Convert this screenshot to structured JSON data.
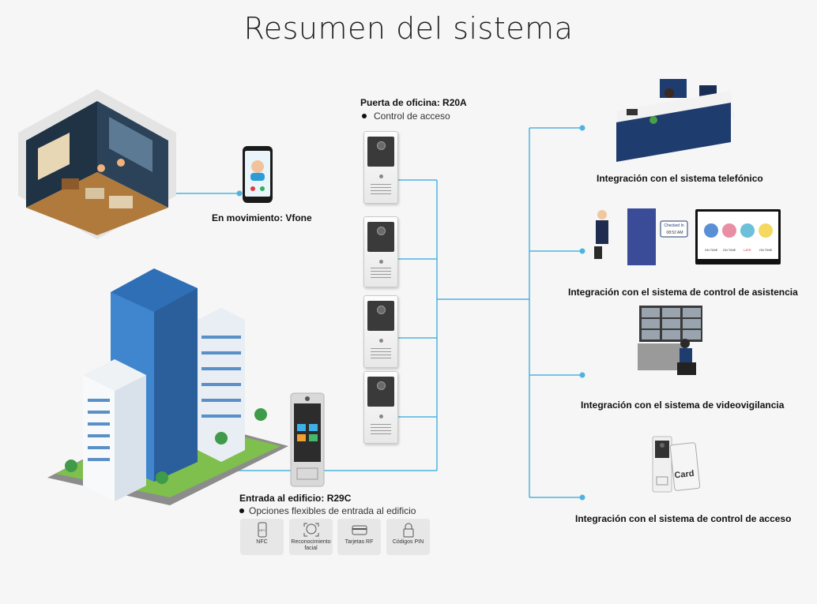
{
  "title": "Resumen del sistema",
  "office_door": {
    "label": "Puerta de oficina: R20A",
    "bullet": "Control de acceso"
  },
  "mobile": {
    "label": "En movimiento: Vfone"
  },
  "building": {
    "label": "Entrada al edificio: R29C",
    "bullet": "Opciones flexibles de entrada al edificio"
  },
  "features": [
    {
      "label": "NFC",
      "icon": "nfc-icon"
    },
    {
      "label": "Reconocimiento facial",
      "icon": "face-recognition-icon"
    },
    {
      "label": "Tarjetas RF",
      "icon": "rf-card-icon"
    },
    {
      "label": "Códigos PIN",
      "icon": "pin-lock-icon"
    }
  ],
  "integrations": [
    {
      "label": "Integración con el sistema telefónico"
    },
    {
      "label": "Integración con el sistema de control de asistencia"
    },
    {
      "label": "Integración con el sistema de videovigilancia"
    },
    {
      "label": "Integración con el sistema de control de acceso"
    }
  ],
  "attendance_screen": {
    "badge": "Checked In",
    "time": "08:52 AM",
    "statuses": [
      "ON TIME",
      "ON TIME",
      "LATE",
      "ON TIME"
    ]
  },
  "card_text": "Card",
  "colors": {
    "line": "#4db3e0",
    "accent": "#1e3c6e"
  }
}
